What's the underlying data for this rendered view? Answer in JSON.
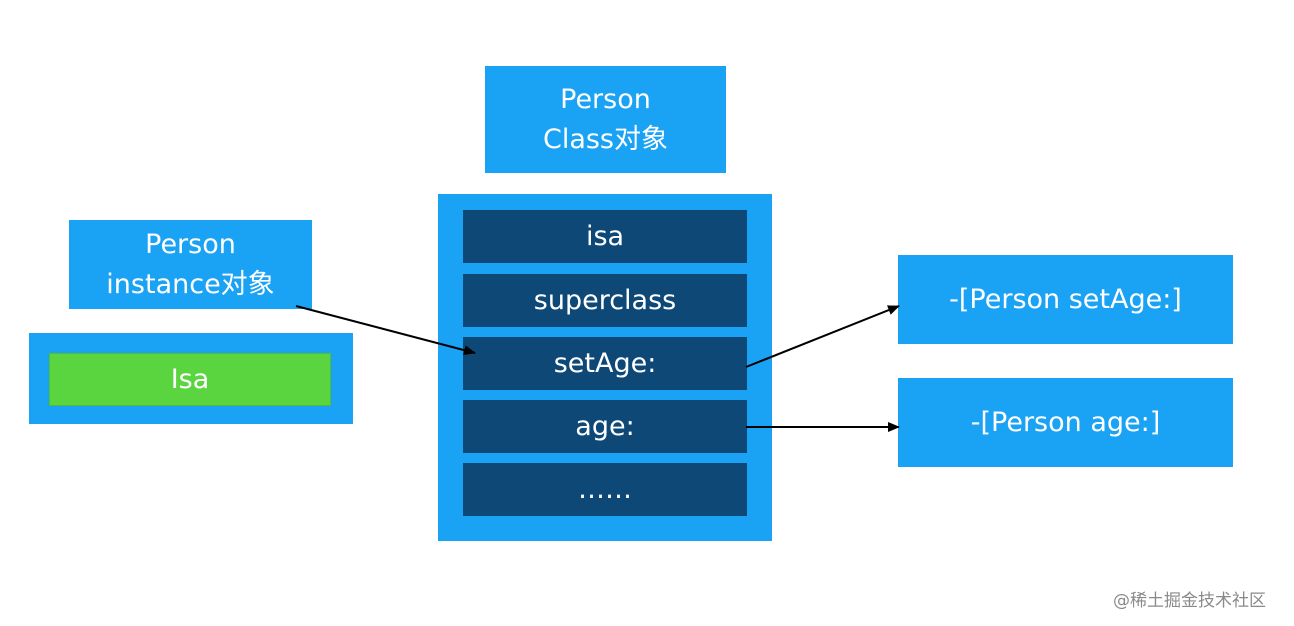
{
  "class_object_label": {
    "line1": "Person",
    "line2": "Class对象"
  },
  "instance_object_label": {
    "line1": "Person",
    "line2": "instance对象"
  },
  "instance_field": "Isa",
  "class_rows": [
    "isa",
    "superclass",
    "setAge:",
    "age:",
    "……"
  ],
  "methods": {
    "setage_impl": "-[Person setAge:]",
    "age_impl": "-[Person age:]"
  },
  "colors": {
    "box_blue": "#1aa2f5",
    "row_navy": "#0d4877",
    "isa_green": "#5ad43f"
  },
  "watermark": "@稀土掘金技术社区"
}
